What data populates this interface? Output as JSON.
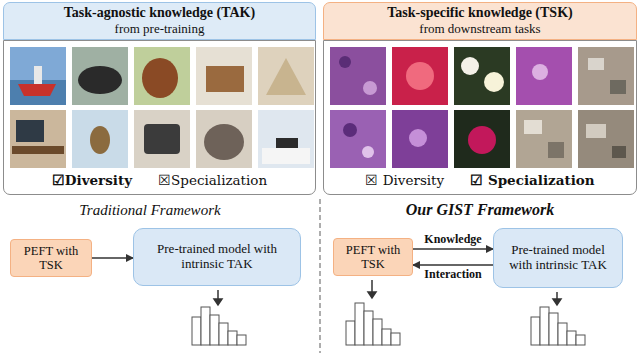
{
  "diagram": {
    "nodes": [
      {
        "text": [
          "Task-agnostic knowledge (TAK)",
          "from pre-training"
        ]
      },
      {
        "text": [
          "☑Diversity",
          "☒Specialization"
        ]
      },
      {
        "text": [
          "Task-specific knowledge (TSK)",
          "from downstream tasks"
        ]
      },
      {
        "text": [
          "☒ Diversity",
          "☑ Specialization"
        ]
      },
      {
        "text": [
          "PEFT with TSK"
        ]
      },
      {
        "text": [
          "Pre-trained model with intrinsic TAK"
        ]
      },
      {
        "text": [
          "PEFT with TSK"
        ]
      },
      {
        "text": [
          "Pre-trained model with intrinsic TAK"
        ]
      }
    ],
    "edges": [
      {
        "from": 4,
        "to": 5,
        "arrow": "to"
      },
      {
        "from": 6,
        "to": 7,
        "label": "Knowledge",
        "arrow": "to"
      },
      {
        "from": 7,
        "to": 6,
        "label": "Interaction",
        "arrow": "to"
      }
    ],
    "labels": [
      "Traditional Framework",
      "Our GIST Framework"
    ]
  }
}
